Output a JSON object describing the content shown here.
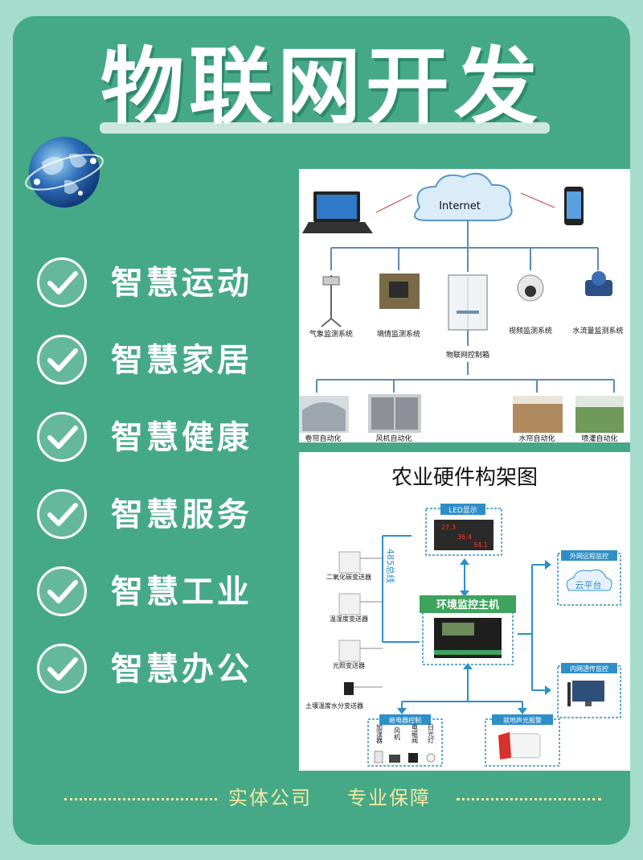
{
  "title": "物联网开发",
  "features": [
    {
      "label": "智慧运动"
    },
    {
      "label": "智慧家居"
    },
    {
      "label": "智慧健康"
    },
    {
      "label": "智慧服务"
    },
    {
      "label": "智慧工业"
    },
    {
      "label": "智慧办公"
    }
  ],
  "diagram1": {
    "cloud_label": "Internet",
    "systems": [
      "气象监测系统",
      "墒情监测系统",
      "视频监测系统",
      "水流量监测系统"
    ],
    "controller_label": "物联网控制箱",
    "automation": [
      "卷帘自动化",
      "风机自动化",
      "水帘自动化",
      "喷灌自动化"
    ]
  },
  "diagram2": {
    "title": "农业硬件构架图",
    "led_label": "LED显示",
    "led_values": [
      "27.3",
      "36.4",
      "54.1"
    ],
    "bus_label": "485总线",
    "host_label": "环境监控主机",
    "sensors": [
      "二氧化碳变送器",
      "温湿度变送器",
      "光照变送器",
      "土壤温度水分变送器"
    ],
    "remote_label": "外网远程监控",
    "cloud_platform": "云平台",
    "intranet_label": "内网透传监控",
    "relay_label": "继电器控制",
    "relay_items": [
      "加湿器",
      "风机",
      "电磁阀",
      "日光灯"
    ],
    "alarm_label": "就地声光报警"
  },
  "footer": {
    "left": "实体公司",
    "right": "专业保障"
  },
  "colors": {
    "card": "#45a987",
    "background": "#a6dccb",
    "accent": "#2e8fc7",
    "footer_text": "#f6e7a0"
  }
}
